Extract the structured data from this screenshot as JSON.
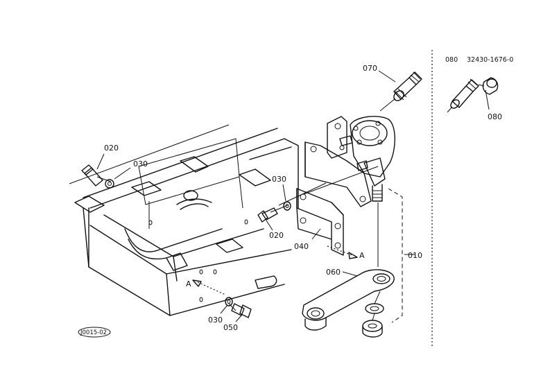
{
  "callouts": {
    "p070": "070",
    "p020_top": "020",
    "p030_top": "030",
    "p030_mid": "030",
    "p020_mid": "020",
    "p040": "040",
    "p010": "010",
    "p060": "060",
    "p030_bot": "030",
    "p050": "050",
    "p080_side": "080"
  },
  "arrows": {
    "a_left": "A",
    "a_right": "A"
  },
  "sidebar": {
    "part_no": "080",
    "part_code": "32430-1676-0"
  },
  "figure_code": "J0015-02"
}
